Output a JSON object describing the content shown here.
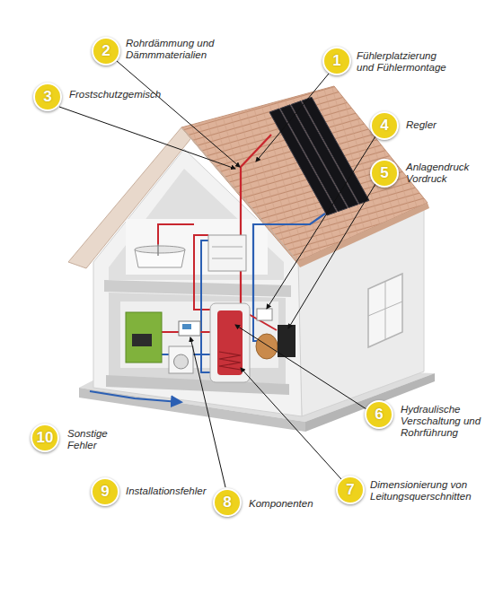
{
  "diagram": {
    "labels": [
      "2",
      "Rohrdämmung und Dämmmaterialien",
      "1",
      "Fühlerplatzierung und Fühlermontage",
      "3",
      "Frostschutzgemisch",
      "4",
      "Regler",
      "5",
      "Anlagendruck Vordruck",
      "6",
      "Hydraulische Verschaltung und Rohrführung",
      "10",
      "Sonstige Fehler",
      "7",
      "Dimensionierung von Leitungsquerschnitten",
      "9",
      "Installationsfehler",
      "8",
      "Komponenten"
    ]
  }
}
